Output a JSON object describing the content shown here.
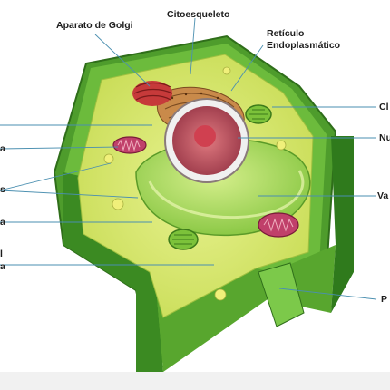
{
  "labels": {
    "golgi": "Aparato de Golgi",
    "citoesqueleto": "Citoesqueleto",
    "reticulo_1": "Retículo",
    "reticulo_2": "Endoplasmático",
    "right_1": "Cl",
    "right_2": "Nu",
    "right_3": "Va",
    "right_4": "P",
    "left_1": "a",
    "left_2": "s",
    "left_3": "a",
    "left_4": "l",
    "left_5": "a"
  },
  "colors": {
    "wall_dark": "#3f8f2a",
    "wall_mid": "#5fb336",
    "wall_light": "#8fd05a",
    "cytoplasm": "#d8e86a",
    "vacuole": "#9fd44a",
    "nucleus": "#c05a6a",
    "golgi": "#c63a3a",
    "er": "#b8743a",
    "mitochondria": "#c0406a",
    "line": "#4a8fb0"
  }
}
